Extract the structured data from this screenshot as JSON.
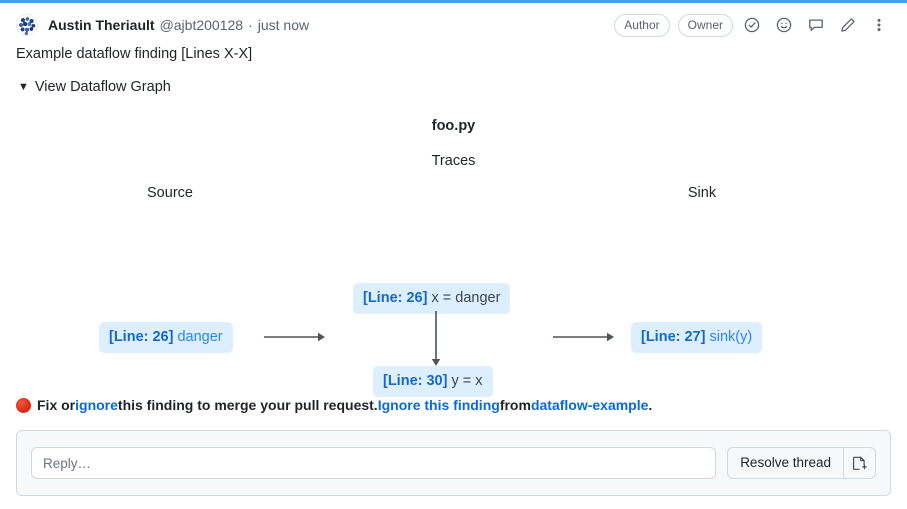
{
  "theme": {
    "top_border": "#539bdc",
    "node_bg": "#ddeeff",
    "link_blue": "#0969da",
    "node_blue": "#2c86e8",
    "muted": "#59636e"
  },
  "header": {
    "avatar_name": "user-avatar",
    "display_name": "Austin Theriault",
    "handle": "@ajbt200128",
    "separator": "·",
    "timestamp": "just now",
    "badges": [
      {
        "label": "Author",
        "name": "author-badge"
      },
      {
        "label": "Owner",
        "name": "owner-badge"
      }
    ],
    "icons": [
      {
        "name": "resolve-check-icon",
        "title": "Resolve conversation"
      },
      {
        "name": "emoji-reaction-icon",
        "title": "Add reaction"
      },
      {
        "name": "quote-reply-icon",
        "title": "Quote reply"
      },
      {
        "name": "edit-pencil-icon",
        "title": "Edit comment"
      },
      {
        "name": "kebab-menu-icon",
        "title": "More options"
      }
    ]
  },
  "comment": {
    "title": "Example dataflow finding [Lines X-X]",
    "details_summary": "View Dataflow Graph",
    "details_triangle": "▼"
  },
  "graph": {
    "file_title": "foo.py",
    "traces_label": "Traces",
    "source_label": "Source",
    "sink_label": "Sink",
    "nodes": {
      "source": {
        "line": "[Line: 26]",
        "code": "danger"
      },
      "trace_1": {
        "line": "[Line: 26]",
        "code": "x = danger"
      },
      "trace_2": {
        "line": "[Line: 30]",
        "code": "y = x"
      },
      "sink": {
        "line": "[Line: 27]",
        "code": "sink(y)"
      }
    },
    "arrows": [
      {
        "name": "arrow-source-to-traces",
        "direction": "right"
      },
      {
        "name": "arrow-trace1-to-trace2",
        "direction": "down"
      },
      {
        "name": "arrow-traces-to-sink",
        "direction": "right"
      }
    ]
  },
  "status": {
    "dot_icon": "red-circle-icon",
    "text_1": "Fix or ",
    "link_1": "ignore",
    "text_2": " this finding to merge your pull request. ",
    "link_2": "Ignore this finding",
    "text_3": " from ",
    "link_3": "dataflow-example",
    "text_4": "."
  },
  "reply": {
    "placeholder": "Reply…",
    "value": "",
    "resolve_label": "Resolve thread",
    "extra_icon": "new-conversation-icon"
  }
}
